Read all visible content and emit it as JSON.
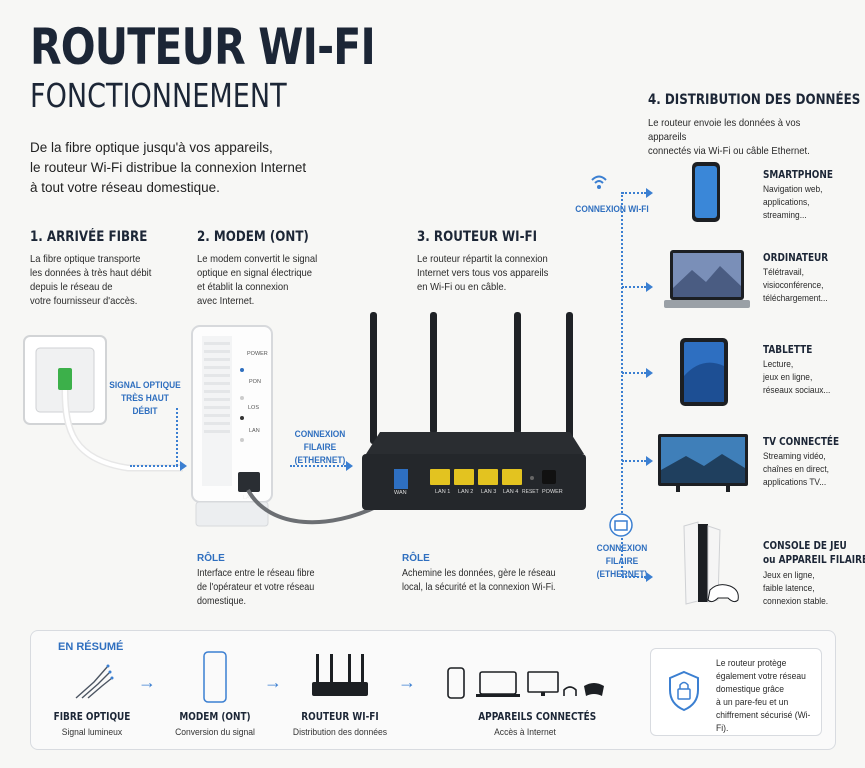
{
  "header": {
    "title": "ROUTEUR WI-FI",
    "subtitle": "FONCTIONNEMENT",
    "intro": [
      "De la fibre optique jusqu'à vos appareils,",
      "le routeur Wi-Fi distribue la connexion Internet",
      "à tout votre réseau domestique."
    ]
  },
  "steps": [
    {
      "title": "1. ARRIVÉE FIBRE",
      "desc": [
        "La fibre optique transporte",
        "les données à très haut débit",
        "depuis le réseau de",
        "votre fournisseur d'accès."
      ]
    },
    {
      "title": "2. MODEM (ONT)",
      "desc": [
        "Le modem convertit le signal",
        "optique en signal électrique",
        "et établit la connexion",
        "avec Internet."
      ]
    },
    {
      "title": "3. ROUTEUR WI-FI",
      "desc": [
        "Le routeur répartit la connexion",
        "Internet vers tous vos appareils",
        "en Wi-Fi ou en câble."
      ]
    },
    {
      "title": "4. DISTRIBUTION DES DONNÉES",
      "desc": [
        "Le routeur envoie les données à vos appareils",
        "connectés via Wi-Fi ou câble Ethernet."
      ]
    }
  ],
  "labels": {
    "signal": [
      "SIGNAL OPTIQUE",
      "TRÈS HAUT DÉBIT"
    ],
    "wired": [
      "CONNEXION FILAIRE",
      "(ETHERNET)"
    ],
    "wifi": "CONNEXION WI-FI",
    "wired_right": [
      "CONNEXION FILAIRE",
      "(ETHERNET)"
    ]
  },
  "modem": {
    "power": "POWER",
    "pon": "PON",
    "los": "LOS",
    "lan": "LAN",
    "lan_port": "LAN"
  },
  "router": {
    "ports": [
      "LAN 1",
      "LAN 2",
      "LAN 3",
      "LAN 4"
    ],
    "wan": "WAN",
    "reset": "RESET",
    "power": "POWER"
  },
  "roles": [
    {
      "title": "RÔLE",
      "desc": [
        "Interface entre le réseau fibre",
        "de l'opérateur et votre réseau",
        "domestique."
      ]
    },
    {
      "title": "RÔLE",
      "desc": [
        "Achemine les données, gère le réseau",
        "local, la sécurité et la connexion Wi-Fi."
      ]
    }
  ],
  "devices": [
    {
      "title": "SMARTPHONE",
      "desc": [
        "Navigation web,",
        "applications,",
        "streaming..."
      ],
      "icon": "smartphone-icon"
    },
    {
      "title": "ORDINATEUR",
      "desc": [
        "Télétravail,",
        "visioconférence,",
        "téléchargement..."
      ],
      "icon": "laptop-icon"
    },
    {
      "title": "TABLETTE",
      "desc": [
        "Lecture,",
        "jeux en ligne,",
        "réseaux sociaux..."
      ],
      "icon": "tablet-icon"
    },
    {
      "title": "TV CONNECTÉE",
      "desc": [
        "Streaming vidéo,",
        "chaînes en direct,",
        "applications TV..."
      ],
      "icon": "tv-icon"
    },
    {
      "title": "CONSOLE DE JEU",
      "title2": "ou APPAREIL FILAIRE",
      "desc": [
        "Jeux en ligne,",
        "faible latence,",
        "connexion stable."
      ],
      "icon": "console-icon"
    }
  ],
  "summary": {
    "heading": "EN RÉSUMÉ",
    "items": [
      {
        "label": "FIBRE OPTIQUE",
        "sub": "Signal lumineux"
      },
      {
        "label": "MODEM (ONT)",
        "sub": "Conversion du signal"
      },
      {
        "label": "ROUTEUR WI-FI",
        "sub": "Distribution des données"
      },
      {
        "label": "APPAREILS CONNECTÉS",
        "sub": "Accès à Internet"
      }
    ],
    "security": [
      "Le routeur protège",
      "également votre réseau",
      "domestique grâce",
      "à un pare-feu et un",
      "chiffrement sécurisé (Wi-Fi)."
    ]
  },
  "colors": {
    "accent": "#2f6fbf",
    "title": "#1c2636",
    "port": "#e3c320",
    "fiber": "#3cb04a"
  }
}
